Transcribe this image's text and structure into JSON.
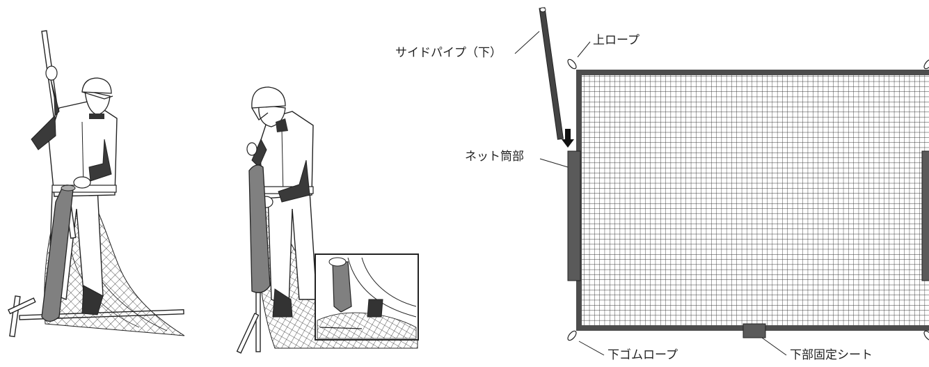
{
  "labels": {
    "side_pipe": "サイドパイプ（下）",
    "top_rope": "上ロープ",
    "net_tube": "ネット筒部",
    "bottom_rubber_rope": "下ゴムロープ",
    "bottom_fix_sheet": "下部固定シート"
  },
  "colors": {
    "line": "#222222",
    "frame": "#4d4d4d",
    "tube": "#5a5a5a",
    "sleeve": "#808080",
    "arm": "#3a3a3a"
  }
}
